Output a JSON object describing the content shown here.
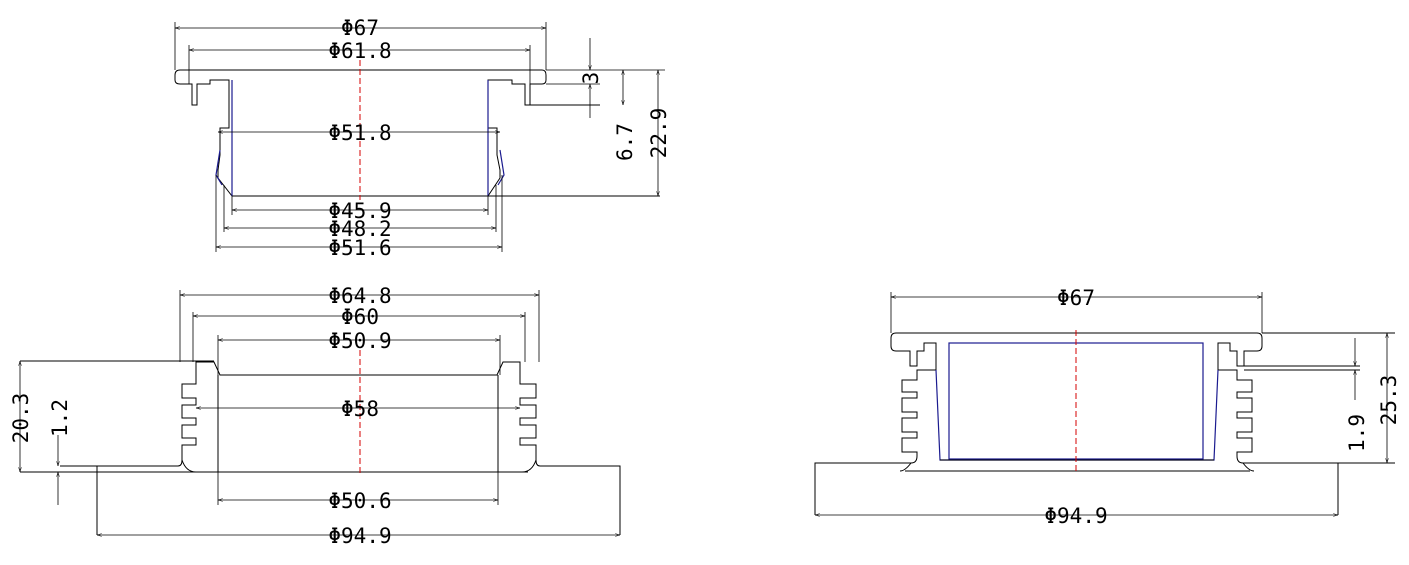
{
  "views": {
    "top": {
      "dims": [
        "Φ67",
        "Φ61.8",
        "Φ51.8",
        "Φ45.9",
        "Φ48.2",
        "Φ51.6"
      ],
      "vdims": [
        "3",
        "6.7",
        "22.9"
      ]
    },
    "bottom_left": {
      "dims": [
        "Φ64.8",
        "Φ60",
        "Φ50.9",
        "Φ58",
        "Φ50.6",
        "Φ94.9"
      ],
      "vdims": [
        "20.3",
        "1.2"
      ]
    },
    "bottom_right": {
      "dims": [
        "Φ67",
        "Φ94.9"
      ],
      "vdims": [
        "1.9",
        "25.3"
      ]
    }
  },
  "colors": {
    "outline": "#000000",
    "inner": "#1b1b8f",
    "centerline": "#d60000"
  }
}
